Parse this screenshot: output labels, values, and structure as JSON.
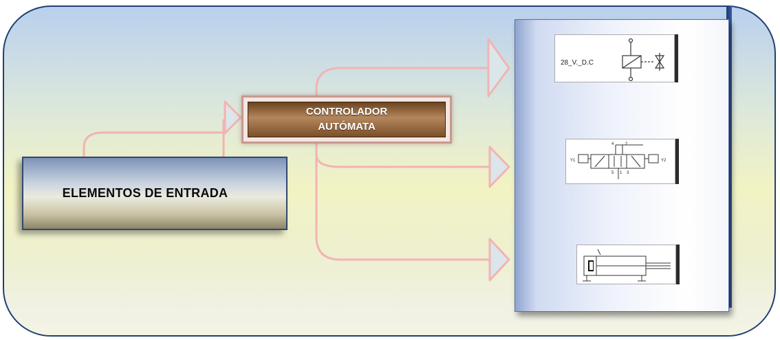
{
  "diagram": {
    "input_label": "ELEMENTOS DE ENTRADA",
    "controller_line1": "CONTROLADOR",
    "controller_line2": "AUTÓMATA",
    "solenoid_label": "28_V._D.C",
    "valve_labels": {
      "y1": "Y1",
      "y2": "Y2",
      "p4": "4",
      "p2": "2",
      "p5": "5",
      "p1": "1",
      "p3": "3"
    },
    "colors": {
      "arrow": "#f2b3b3",
      "frame_border": "#1f3f73",
      "controller_fill": "#8a5c30"
    }
  }
}
